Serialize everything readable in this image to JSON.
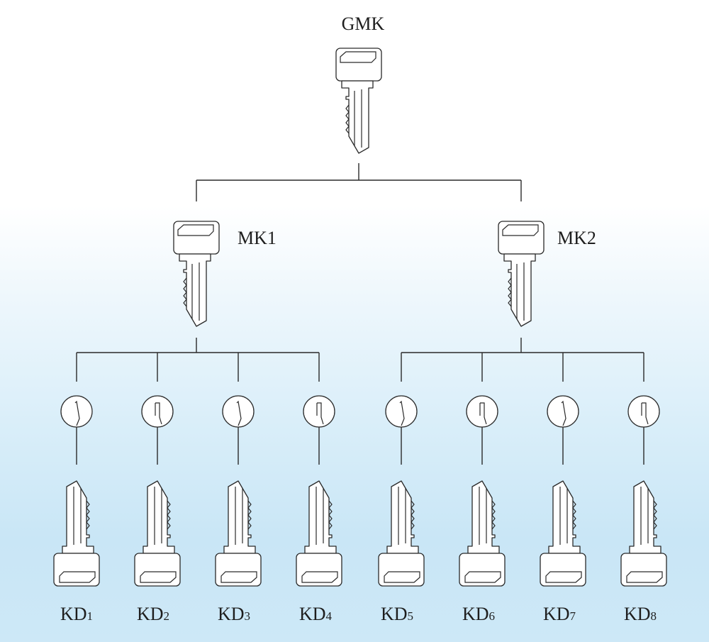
{
  "labels": {
    "grand_master": "GMK",
    "master_1": "MK1",
    "master_2": "MK2"
  },
  "kd_labels": [
    {
      "main": "KD",
      "sub": "1"
    },
    {
      "main": "KD",
      "sub": "2"
    },
    {
      "main": "KD",
      "sub": "3"
    },
    {
      "main": "KD",
      "sub": "4"
    },
    {
      "main": "KD",
      "sub": "5"
    },
    {
      "main": "KD",
      "sub": "6"
    },
    {
      "main": "KD",
      "sub": "7"
    },
    {
      "main": "KD",
      "sub": "8"
    }
  ],
  "colors": {
    "line": "#2a2a2a",
    "background_top": "#ffffff",
    "background_bottom": "#cde8f7"
  }
}
